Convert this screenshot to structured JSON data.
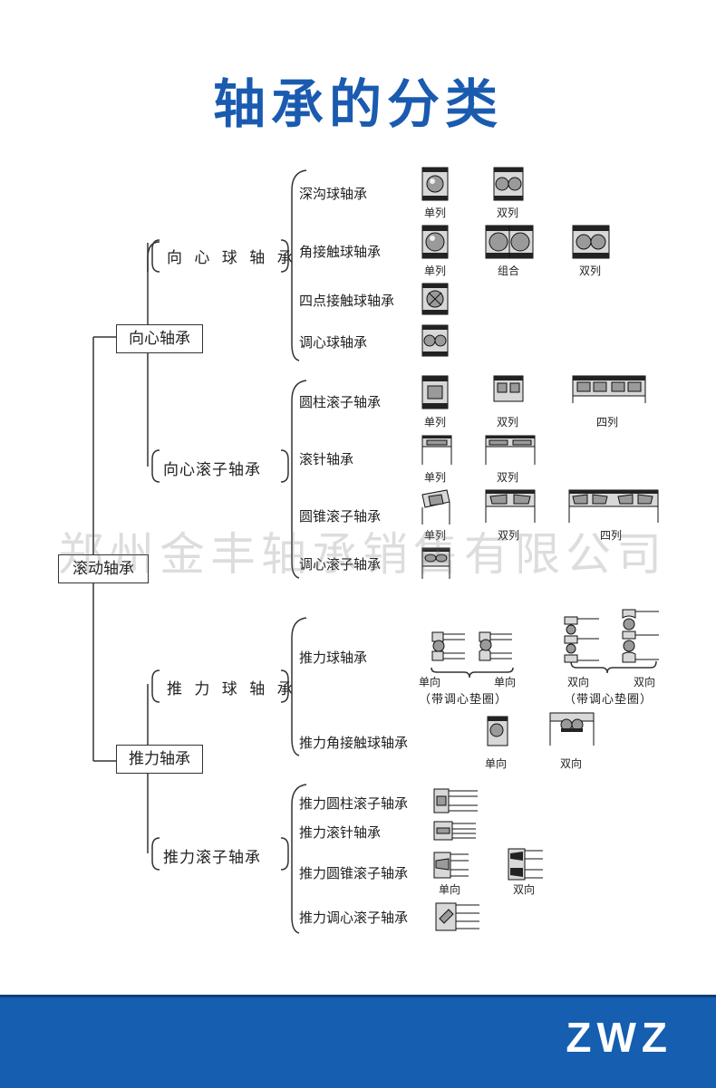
{
  "title": "轴承的分类",
  "watermark": "郑州金丰轴承销售有限公司",
  "brand": "ZWZ",
  "root": "滚动轴承",
  "groups": {
    "radial": {
      "label": "向心轴承",
      "ball": {
        "label": "向 心 球 轴 承",
        "items": {
          "deep_groove": {
            "label": "深沟球轴承",
            "captions": [
              "单列",
              "双列"
            ]
          },
          "angular": {
            "label": "角接触球轴承",
            "captions": [
              "单列",
              "组合",
              "双列"
            ]
          },
          "four_point": {
            "label": "四点接触球轴承"
          },
          "self_aligning": {
            "label": "调心球轴承"
          }
        }
      },
      "roller": {
        "label": "向心滚子轴承",
        "items": {
          "cylindrical": {
            "label": "圆柱滚子轴承",
            "captions": [
              "单列",
              "双列",
              "四列"
            ]
          },
          "needle": {
            "label": "滚针轴承",
            "captions": [
              "单列",
              "双列"
            ]
          },
          "tapered": {
            "label": "圆锥滚子轴承",
            "captions": [
              "单列",
              "双列",
              "四列"
            ]
          },
          "spherical": {
            "label": "调心滚子轴承"
          }
        }
      }
    },
    "thrust": {
      "label": "推力轴承",
      "ball": {
        "label": "推 力 球 轴 承",
        "items": {
          "thrust_ball": {
            "label": "推力球轴承",
            "captions": [
              "单向",
              "单向",
              "双向",
              "双向"
            ],
            "notes": [
              "（带调心垫圈）",
              "（带调心垫圈）"
            ]
          },
          "thrust_angular": {
            "label": "推力角接触球轴承",
            "captions": [
              "单向",
              "双向"
            ]
          }
        }
      },
      "roller": {
        "label": "推力滚子轴承",
        "items": {
          "thrust_cyl": {
            "label": "推力圆柱滚子轴承"
          },
          "thrust_needle": {
            "label": "推力滚针轴承"
          },
          "thrust_tapered": {
            "label": "推力圆锥滚子轴承",
            "captions": [
              "单向",
              "双向"
            ]
          },
          "thrust_spherical": {
            "label": "推力调心滚子轴承"
          }
        }
      }
    }
  }
}
